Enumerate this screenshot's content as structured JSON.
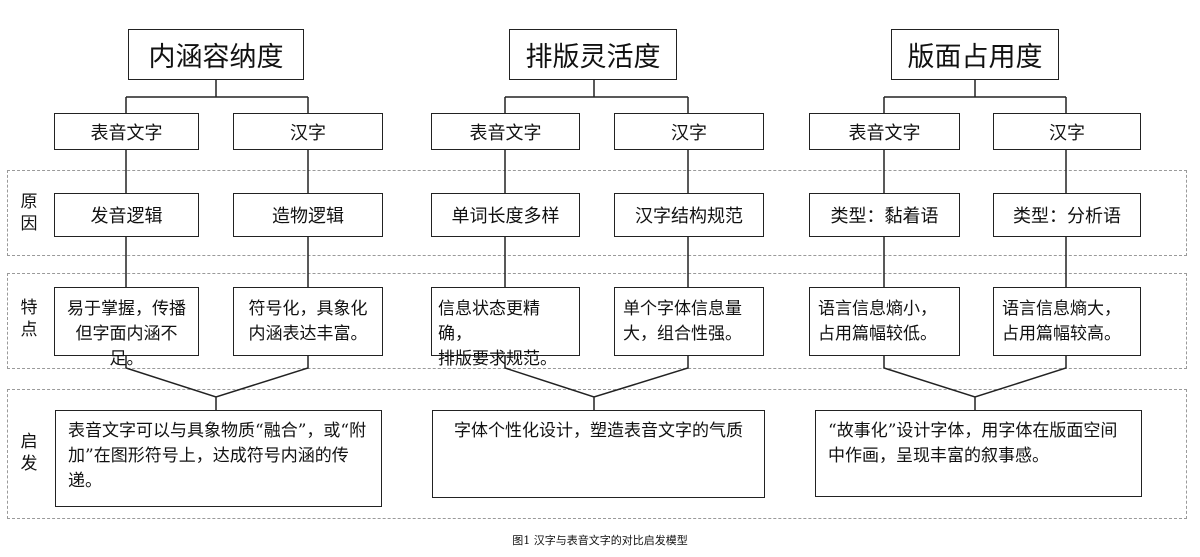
{
  "rows": {
    "reason_label": "原\n因",
    "feature_label": "特\n点",
    "inspire_label": "启\n发"
  },
  "columns": [
    {
      "title": "内涵容纳度",
      "left": {
        "name": "表音文字",
        "reason": "发音逻辑",
        "feature": "易于掌握，传播\n但字面内涵不足。"
      },
      "right": {
        "name": "汉字",
        "reason": "造物逻辑",
        "feature": "符号化，具象化\n内涵表达丰富。"
      },
      "inspiration": "表音文字可以与具象物质“融合”，或“附加”在图形符号上，达成符号内涵的传递。"
    },
    {
      "title": "排版灵活度",
      "left": {
        "name": "表音文字",
        "reason": "单词长度多样",
        "feature": "信息状态更精确，\n排版要求规范。"
      },
      "right": {
        "name": "汉字",
        "reason": "汉字结构规范",
        "feature": "单个字体信息量\n大，组合性强。"
      },
      "inspiration": "字体个性化设计，塑造表音文字的气质"
    },
    {
      "title": "版面占用度",
      "left": {
        "name": "表音文字",
        "reason": "类型：黏着语",
        "feature": "语言信息熵小，\n占用篇幅较低。"
      },
      "right": {
        "name": "汉字",
        "reason": "类型：分析语",
        "feature": "语言信息熵大，\n占用篇幅较高。"
      },
      "inspiration": "“故事化”设计字体，用字体在版面空间中作画，呈现丰富的叙事感。"
    }
  ],
  "caption": "图1  汉字与表音文字的对比启发模型"
}
